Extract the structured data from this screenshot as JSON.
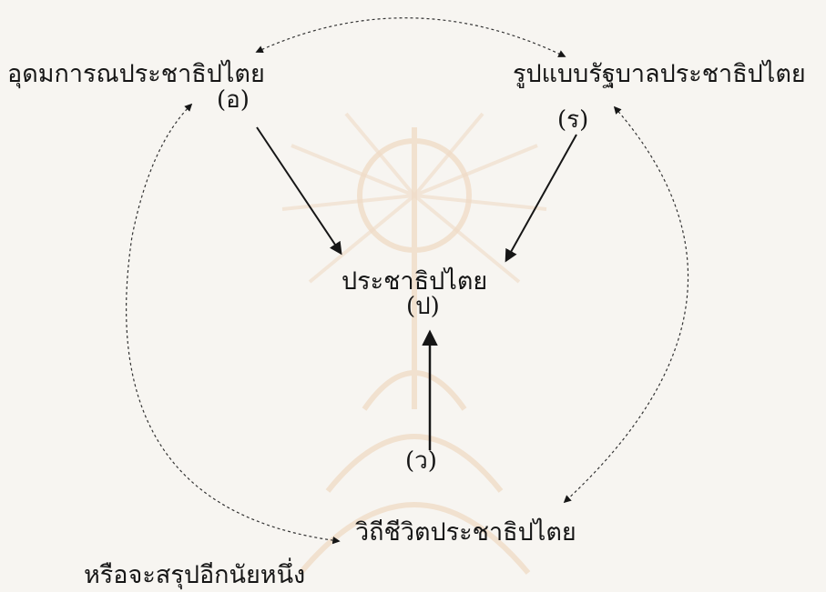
{
  "nodes": {
    "ideal": {
      "label": "อุดมการณประชาธิปไตย",
      "code": "(อ)"
    },
    "government": {
      "label": "รูปแบบรัฐบาลประชาธิปไตย",
      "code": "(ร)"
    },
    "democracy": {
      "label": "ประชาธิปไตย",
      "code": "(ป)"
    },
    "way_of_life": {
      "label": "วิถีชีวิตประชาธิปไตย",
      "code": "(ว)"
    }
  },
  "footer_text": "หรือจะสรุปอีกนัยหนึ่ง",
  "colors": {
    "ink": "#161616",
    "paper": "#f7f5f1",
    "watermark": "#f1dcc6"
  }
}
